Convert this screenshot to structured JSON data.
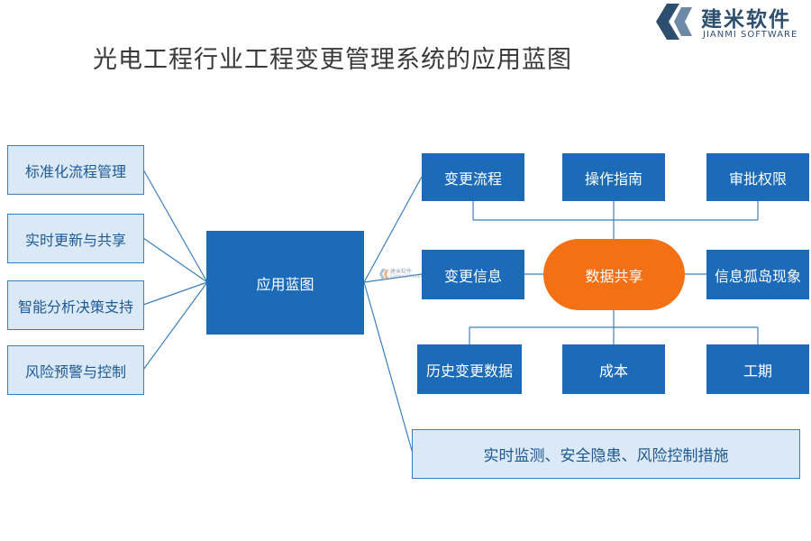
{
  "title": "光电工程行业工程变更管理系统的应用蓝图",
  "logo": {
    "name": "建米软件",
    "subtitle": "JIANMI SOFTWARE"
  },
  "watermark": {
    "name": "建米软件",
    "subtitle": "JIANMI SOFTWARE"
  },
  "left_items": [
    "标准化流程管理",
    "实时更新与共享",
    "智能分析决策支持",
    "风险预警与控制"
  ],
  "center_label": "应用蓝图",
  "right": {
    "top": [
      "变更流程",
      "操作指南",
      "审批权限"
    ],
    "middle_left": "变更信息",
    "hub": "数据共享",
    "middle_right": "信息孤岛现象",
    "bottom": [
      "历史变更数据",
      "成本",
      "工期"
    ],
    "footer": "实时监测、安全隐患、风险控制措施"
  },
  "colors": {
    "light_fill": "#dbe8f5",
    "border": "#3b7fc0",
    "dark_fill": "#1c6bb8",
    "hub_fill": "#f37014",
    "line": "#3b7fc0"
  }
}
